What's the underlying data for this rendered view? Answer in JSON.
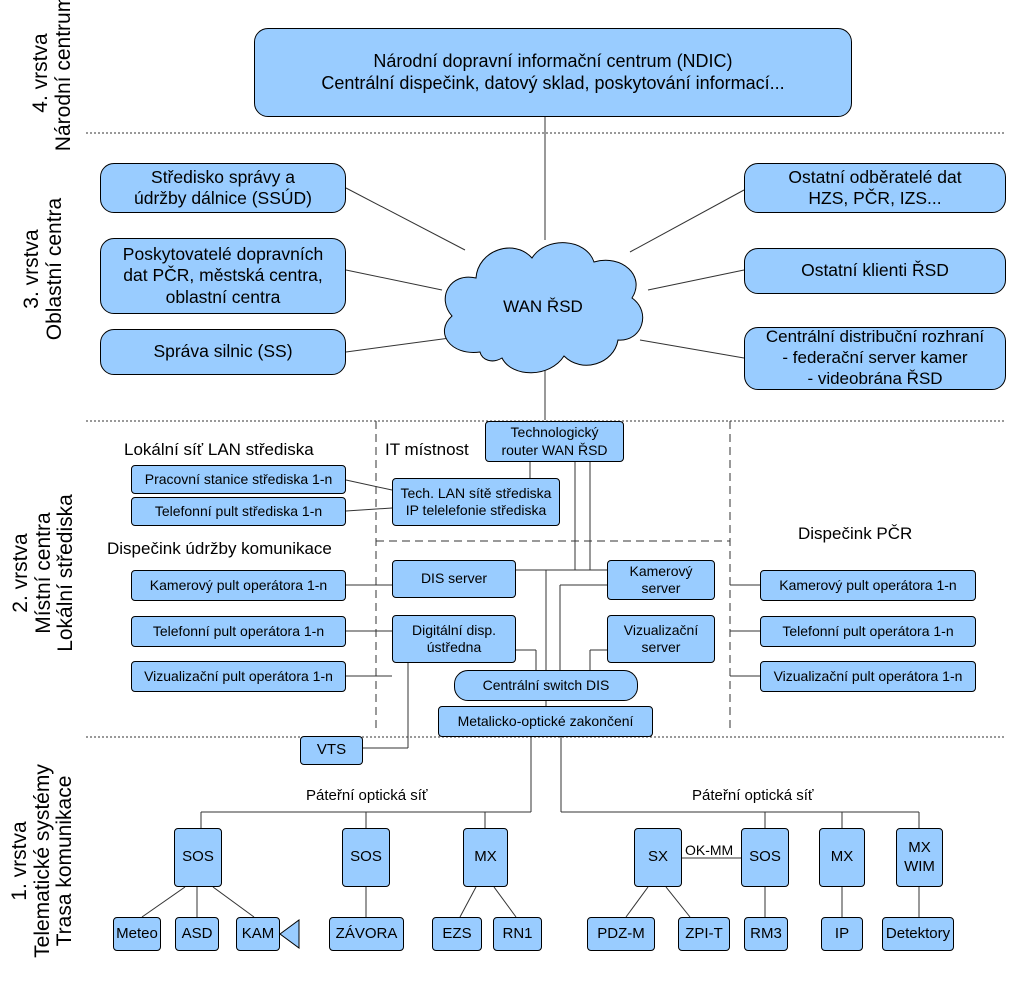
{
  "layers": {
    "l4": {
      "title": "4. vrstva",
      "subtitle": "Národní centrum"
    },
    "l3": {
      "title": "3. vrstva",
      "subtitle": "Oblastní centra"
    },
    "l2": {
      "title": "2. vrstva",
      "subtitle1": "Místní centra",
      "subtitle2": "Lokální střediska"
    },
    "l1": {
      "title": "1. vrstva",
      "subtitle1": "Telematické systémy",
      "subtitle2": "Trasa komunikace"
    }
  },
  "national": {
    "line1": "Národní dopravní informační centrum (NDIC)",
    "line2": "Centrální dispečink, datový sklad, poskytování informací..."
  },
  "regional": {
    "ssud": {
      "line1": "Středisko správy a",
      "line2": "údržby dálnice (SSÚD)"
    },
    "providers": {
      "line1": "Poskytovatelé dopravních",
      "line2": "dat PČR, městská centra,",
      "line3": "oblastní centra"
    },
    "ss": "Správa silnic (SS)",
    "consumers": {
      "line1": "Ostatní odběratelé dat",
      "line2": "HZS, PČR, IZS..."
    },
    "clients": "Ostatní klienti ŘSD",
    "central_dist": {
      "line1": "Centrální distribuční rozhraní",
      "line2": "- federační server kamer",
      "line3": "- videobrána ŘSD"
    },
    "wan": "WAN ŘSD"
  },
  "local": {
    "lan_heading": "Lokální síť LAN střediska",
    "it_heading": "IT místnost",
    "disp_maint_heading": "Dispečink údržby komunikace",
    "disp_pcr_heading": "Dispečink PČR",
    "router": {
      "line1": "Technologický",
      "line2": "router WAN ŘSD"
    },
    "workstation": "Pracovní stanice střediska 1-n",
    "phone_center": "Telefonní pult střediska 1-n",
    "tech_lan": {
      "line1": "Tech. LAN sítě střediska",
      "line2": "IP telelefonie střediska"
    },
    "cam_op": "Kamerový pult operátora 1-n",
    "phone_op": "Telefonní pult operátora 1-n",
    "vis_op": "Vizualizační pult operátora 1-n",
    "dis_server": "DIS server",
    "cam_server": {
      "line1": "Kamerový",
      "line2": "server"
    },
    "digital": {
      "line1": "Digitální disp.",
      "line2": "ústředna"
    },
    "vis_server": {
      "line1": "Vizualizační",
      "line2": "server"
    },
    "switch": "Centrální switch DIS",
    "metal": "Metalicko-optické zakončení",
    "pcr_cam": "Kamerový pult operátora 1-n",
    "pcr_phone": "Telefonní pult operátora 1-n",
    "pcr_vis": "Vizualizační pult operátora 1-n"
  },
  "field": {
    "vts": "VTS",
    "backbone_left": "Páteřní optická síť",
    "backbone_right": "Páteřní optická síť",
    "ok_mm": "OK-MM",
    "sos1": "SOS",
    "sos2": "SOS",
    "mx1": "MX",
    "sx": "SX",
    "sos3": "SOS",
    "mx2": "MX",
    "mxwim": {
      "line1": "MX",
      "line2": "WIM"
    },
    "meteo": "Meteo",
    "asd": "ASD",
    "kam": "KAM",
    "zavora": "ZÁVORA",
    "ezs": "EZS",
    "rn1": "RN1",
    "pdzm": "PDZ-M",
    "zpit": "ZPI-T",
    "rm3": "RM3",
    "ip": "IP",
    "detektory": "Detektory"
  },
  "colors": {
    "box_fill": "#99ccff",
    "line": "#000000"
  }
}
